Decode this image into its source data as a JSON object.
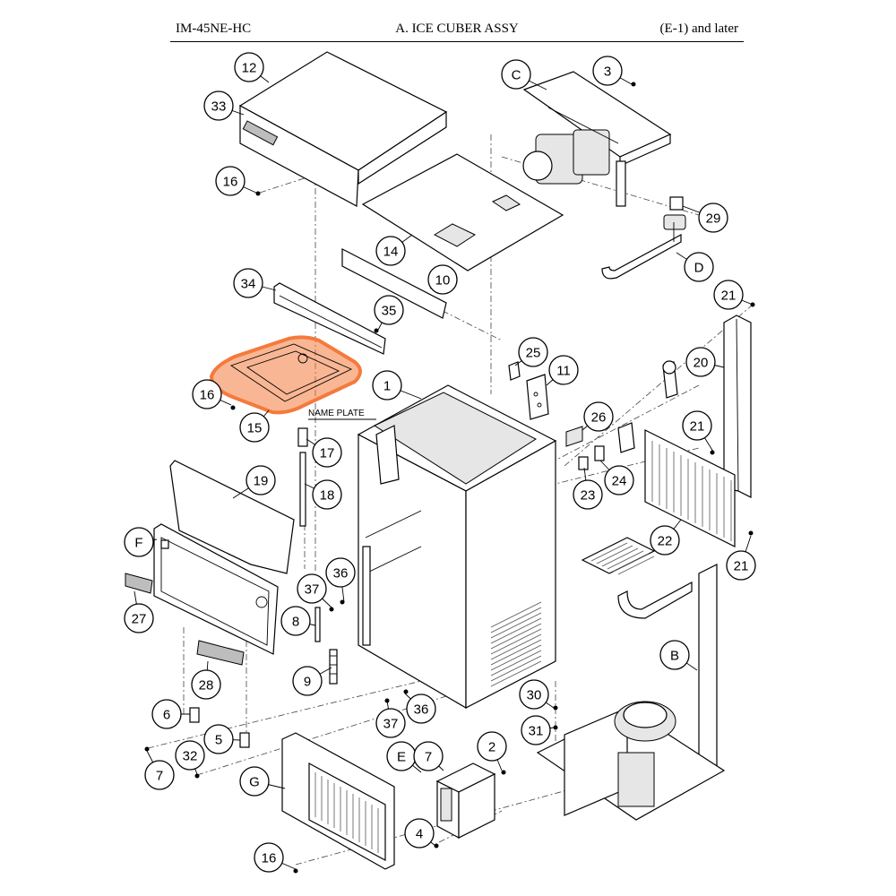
{
  "header": {
    "model": "IM-45NE-HC",
    "title": "A. ICE CUBER ASSY",
    "revision": "(E-1) and later"
  },
  "annotations": {
    "name_plate": "NAME PLATE"
  },
  "colors": {
    "highlight": "#f47a3c"
  },
  "callouts": [
    "12",
    "33",
    "16",
    "C",
    "3",
    "14",
    "29",
    "D",
    "34",
    "10",
    "35",
    "21",
    "20",
    "25",
    "11",
    "16",
    "1",
    "15",
    "17",
    "26",
    "21",
    "19",
    "18",
    "23",
    "24",
    "22",
    "21",
    "F",
    "36",
    "37",
    "27",
    "8",
    "B",
    "28",
    "9",
    "30",
    "6",
    "36",
    "37",
    "31",
    "5",
    "2",
    "7",
    "32",
    "E",
    "7",
    "G",
    "4",
    "16"
  ]
}
